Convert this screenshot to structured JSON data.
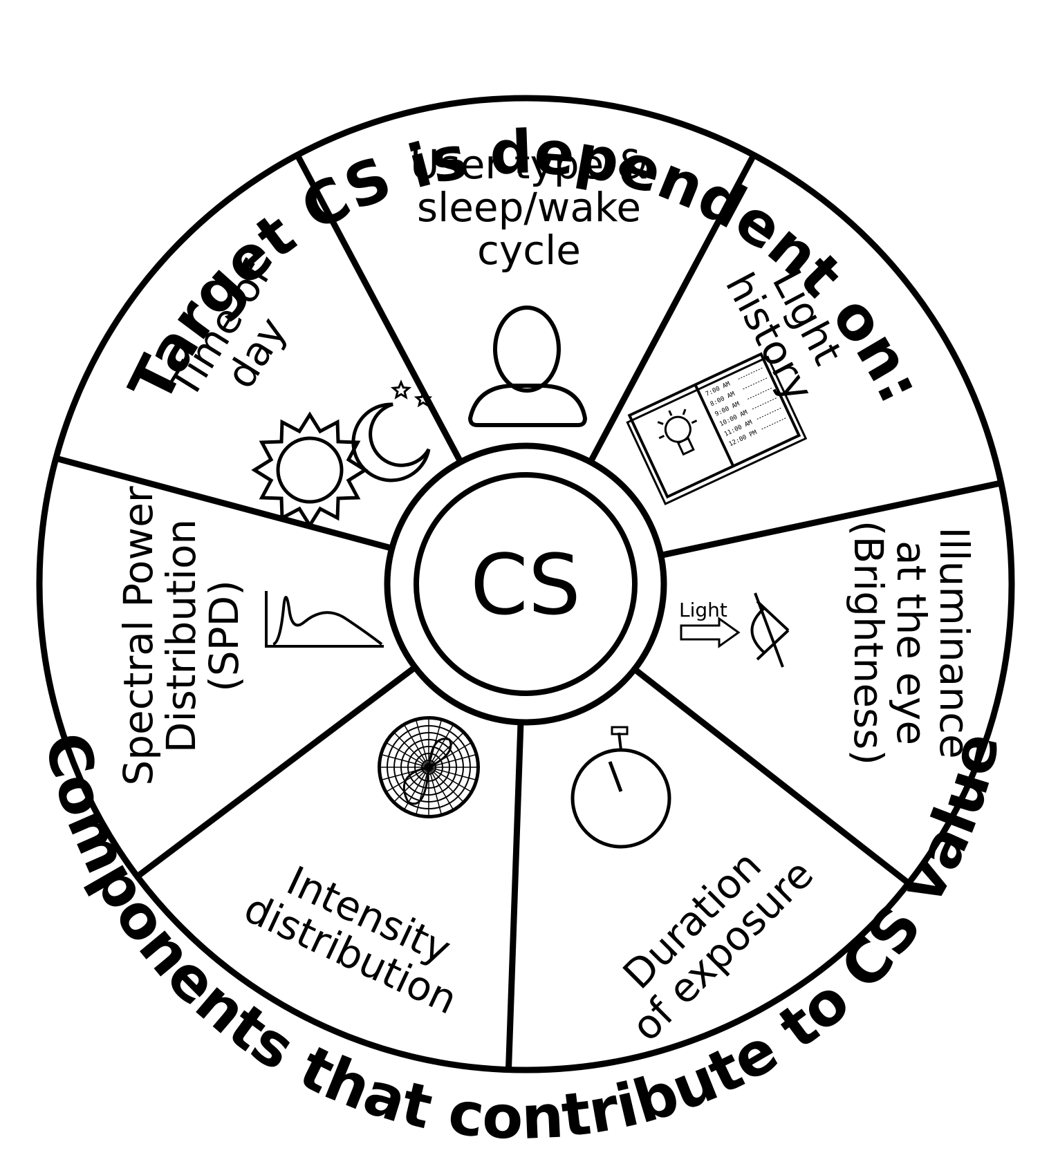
{
  "outer_top_label": "Target CS is dependent on:",
  "outer_bottom_label": "Components that contribute to CS value",
  "center_label": "CS",
  "segments": {
    "user_type": [
      "User type &",
      "sleep/wake",
      "cycle"
    ],
    "light_history": [
      "Light",
      "history"
    ],
    "illuminance": [
      "Illuminance",
      "at the eye",
      "(Brightness)"
    ],
    "duration": [
      "Duration",
      "of exposure"
    ],
    "intensity": [
      "Intensity",
      "distribution"
    ],
    "spd": [
      "Spectral Power",
      "Distribution",
      "(SPD)"
    ],
    "time_of_day": [
      "Time of",
      "day"
    ]
  },
  "icons": {
    "user_type": "person-icon",
    "light_history": "light-log-book-icon",
    "illuminance": "eye-light-icon",
    "duration": "stopwatch-icon",
    "intensity": "polar-grid-icon",
    "spd": "spectrum-graph-icon",
    "time_of_day": "sun-moon-icon"
  },
  "light_arrow_label": "Light",
  "light_log_times": [
    "7:00 AM",
    "8:00 AM",
    "9:00 AM",
    "10:00 AM",
    "11:00 AM",
    "12:00 PM"
  ]
}
